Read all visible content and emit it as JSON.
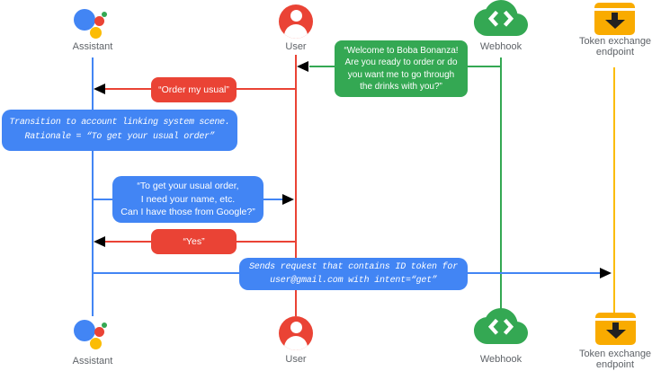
{
  "diagram_title": "Account linking sequence diagram",
  "colors": {
    "blue": "#4285F4",
    "red": "#EA4335",
    "green": "#34A853",
    "amber": "#F9AB00",
    "label_gray": "#5F6368",
    "bubble_text": "#FFFFFF"
  },
  "actors": {
    "assistant": "Assistant",
    "user": "User",
    "webhook": "Webhook",
    "token_endpoint": "Token exchange\nendpoint"
  },
  "icons": {
    "assistant": "google-assistant-logo",
    "user": "person-avatar",
    "webhook": "cloud-code-brackets",
    "token_endpoint": "archive-box-down-arrow"
  },
  "messages": {
    "welcome": "“Welcome to Boba Bonanza!\nAre you ready to order or do\nyou want me to go through\nthe drinks with you?”",
    "order_usual": "“Order my usual”",
    "transition_note": "Transition to account linking system scene.\nRationale = “To get your usual order”",
    "ask_google": "“To get your usual order,\nI need your name, etc.\nCan I have those from Google?”",
    "yes": "“Yes”",
    "sends_request": "Sends request that contains ID token for\nuser@gmail.com with intent=“get”"
  }
}
